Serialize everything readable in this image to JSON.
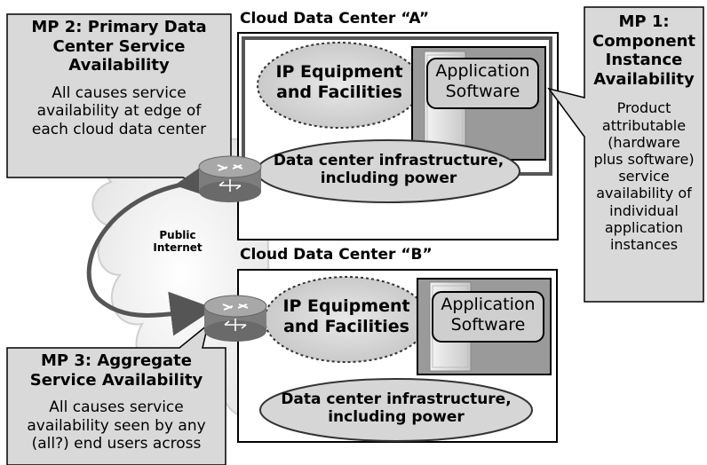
{
  "mp2": {
    "title_lines": [
      "MP 2: Primary Data",
      "Center Service",
      "Availability"
    ],
    "body_lines": [
      "All causes service",
      "availability at edge of",
      "each cloud data center"
    ]
  },
  "mp1": {
    "title_lines": [
      "MP 1:",
      "Component",
      "Instance",
      "Availability"
    ],
    "body_lines": [
      "Product",
      "attributable",
      "(hardware",
      "plus software)",
      "service",
      "availability of",
      "individual",
      "application",
      "instances"
    ]
  },
  "mp3": {
    "title_lines": [
      "MP 3: Aggregate",
      "Service Availability"
    ],
    "body_lines": [
      "All causes service",
      "availability seen by any",
      "(all?) end users across"
    ]
  },
  "dc_a": {
    "title": "Cloud Data Center “A”",
    "ip_lines": [
      "IP Equipment",
      "and Facilities"
    ],
    "app_lines": [
      "Application",
      "Software"
    ],
    "infra_lines": [
      "Data center infrastructure,",
      "including power"
    ]
  },
  "dc_b": {
    "title": "Cloud Data Center “B”",
    "ip_lines": [
      "IP Equipment",
      "and Facilities"
    ],
    "app_lines": [
      "Application",
      "Software"
    ],
    "infra_lines": [
      "Data center infrastructure,",
      "including power"
    ]
  },
  "internet": {
    "lines": [
      "Public",
      "Internet"
    ]
  },
  "icons": [
    "router-icon",
    "server-rack-icon",
    "cloud-icon"
  ]
}
